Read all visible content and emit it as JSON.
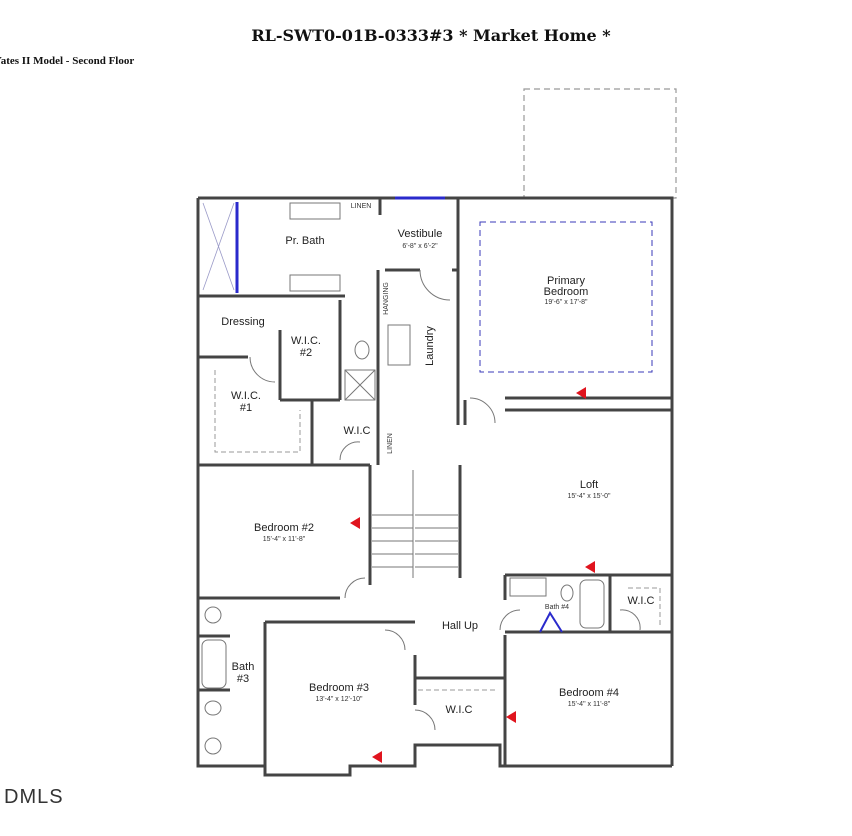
{
  "header": {
    "title": "RL-SWT0-01B-0333#3 * Market Home *",
    "subtitle": "Yates II Model - Second Floor"
  },
  "rooms": {
    "pr_bath": {
      "name": "Pr. Bath"
    },
    "linen_top": {
      "name": "LINEN"
    },
    "vestibule": {
      "name": "Vestibule",
      "dims": "6'-8\" x 6'-2\""
    },
    "primary_bedroom": {
      "name": "Primary",
      "name2": "Bedroom",
      "dims": "19'-6\" x 17'-8\""
    },
    "dressing": {
      "name": "Dressing"
    },
    "wic2": {
      "name": "W.I.C.",
      "name2": "#2"
    },
    "hanging": {
      "name": "HANGING"
    },
    "laundry": {
      "name": "Laundry"
    },
    "wic1": {
      "name": "W.I.C.",
      "name2": "#1"
    },
    "wic_mid": {
      "name": "W.I.C"
    },
    "linen_mid": {
      "name": "LINEN"
    },
    "loft": {
      "name": "Loft",
      "dims": "15'-4\" x 15'-0\""
    },
    "bedroom2": {
      "name": "Bedroom #2",
      "dims": "15'-4\" x 11'-8\""
    },
    "hall_up": {
      "name": "Hall Up"
    },
    "bath4": {
      "name": "Bath #4"
    },
    "wic_bed4": {
      "name": "W.I.C"
    },
    "bath3": {
      "name": "Bath",
      "name2": "#3"
    },
    "bedroom3": {
      "name": "Bedroom #3",
      "dims": "13'-4\" x 12'-10\""
    },
    "wic_bed3": {
      "name": "W.I.C"
    },
    "bedroom4": {
      "name": "Bedroom #4",
      "dims": "15'-4\" x 11'-8\""
    }
  },
  "footer": {
    "watermark": "DMLS"
  },
  "colors": {
    "wall": "#444444",
    "accent_blue": "#2a2acc",
    "arrow_red": "#e0141e"
  }
}
